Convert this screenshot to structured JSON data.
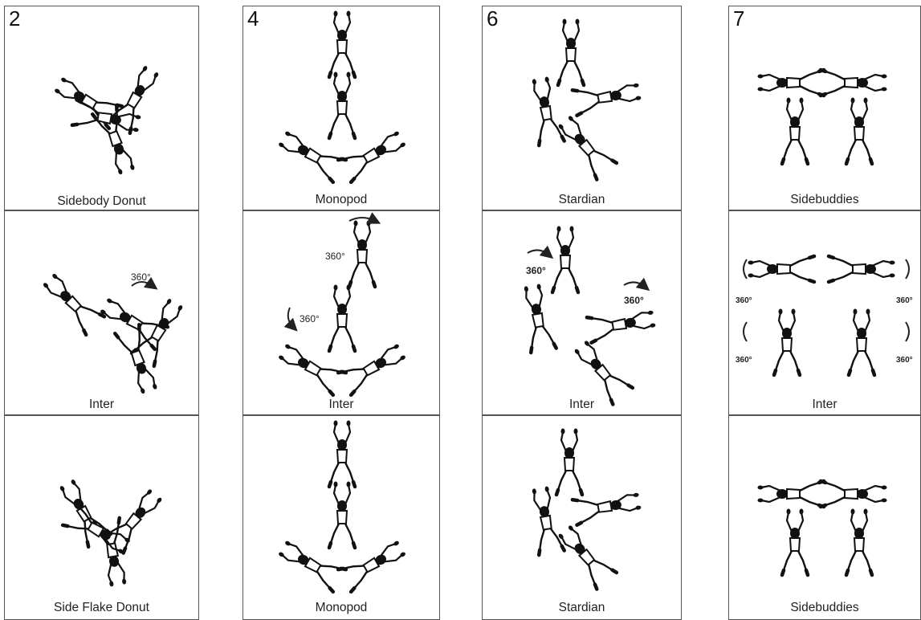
{
  "columns": [
    {
      "number": "2",
      "labels": [
        "Sidebody Donut",
        "Inter",
        "Side Flake Donut"
      ],
      "annotations": [
        "360°"
      ]
    },
    {
      "number": "4",
      "labels": [
        "Monopod",
        "Inter",
        "Monopod"
      ],
      "annotations": [
        "360°",
        "360°"
      ]
    },
    {
      "number": "6",
      "labels": [
        "Stardian",
        "Inter",
        "Stardian"
      ],
      "annotations": [
        "360°",
        "360°"
      ]
    },
    {
      "number": "7",
      "labels": [
        "Sidebuddies",
        "Inter",
        "Sidebuddies"
      ],
      "annotations": [
        "360°",
        "360°",
        "360°",
        "360°"
      ]
    }
  ]
}
